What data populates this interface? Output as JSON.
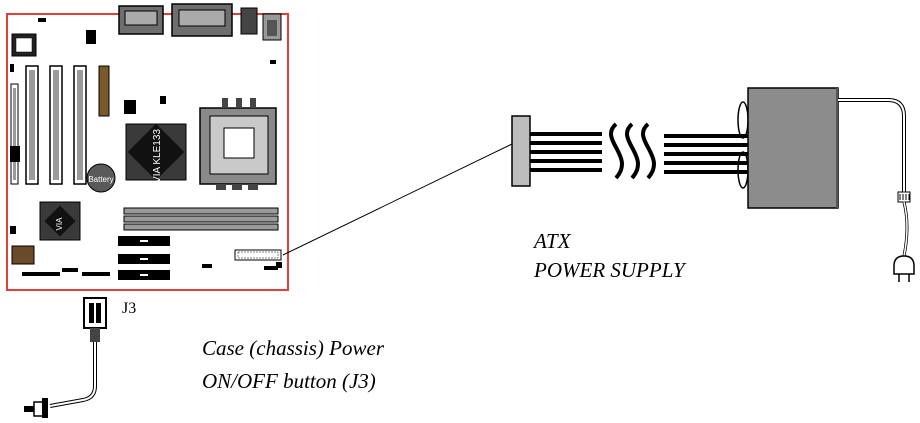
{
  "labels": {
    "j3": "J3",
    "atx": "ATX",
    "power_supply": "POWER SUPPLY",
    "case_button_line1": "Case (chassis) Power",
    "case_button_line2": "ON/OFF button (J3)"
  },
  "chip_labels": {
    "north_bridge": "VIA KLE133",
    "south_bridge": "VIA",
    "battery": "Battery"
  },
  "colors": {
    "board_outline": "#e0403a",
    "psu_body": "#8c8c8c",
    "ink": "#000000"
  }
}
